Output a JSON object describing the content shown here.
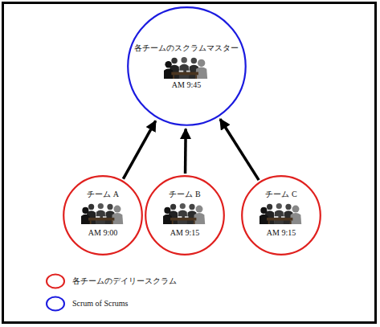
{
  "diagram": {
    "nodes": [
      {
        "text": [
          "各チームのスクラムマスター",
          "AM 9:45"
        ]
      },
      {
        "text": [
          "チーム A",
          "AM 9:00"
        ]
      },
      {
        "text": [
          "チーム B",
          "AM 9:15"
        ]
      },
      {
        "text": [
          "チーム C",
          "AM 9:15"
        ]
      }
    ],
    "edges": [
      {
        "from": 1,
        "to": 0,
        "arrow": "to"
      },
      {
        "from": 2,
        "to": 0,
        "arrow": "to"
      },
      {
        "from": 3,
        "to": 0,
        "arrow": "to"
      }
    ],
    "legend": [
      {
        "text": "各チームのデイリースクラム",
        "color": "#e0201e"
      },
      {
        "text": "Scrum of Scrums",
        "color": "#1a1adf"
      }
    ]
  }
}
